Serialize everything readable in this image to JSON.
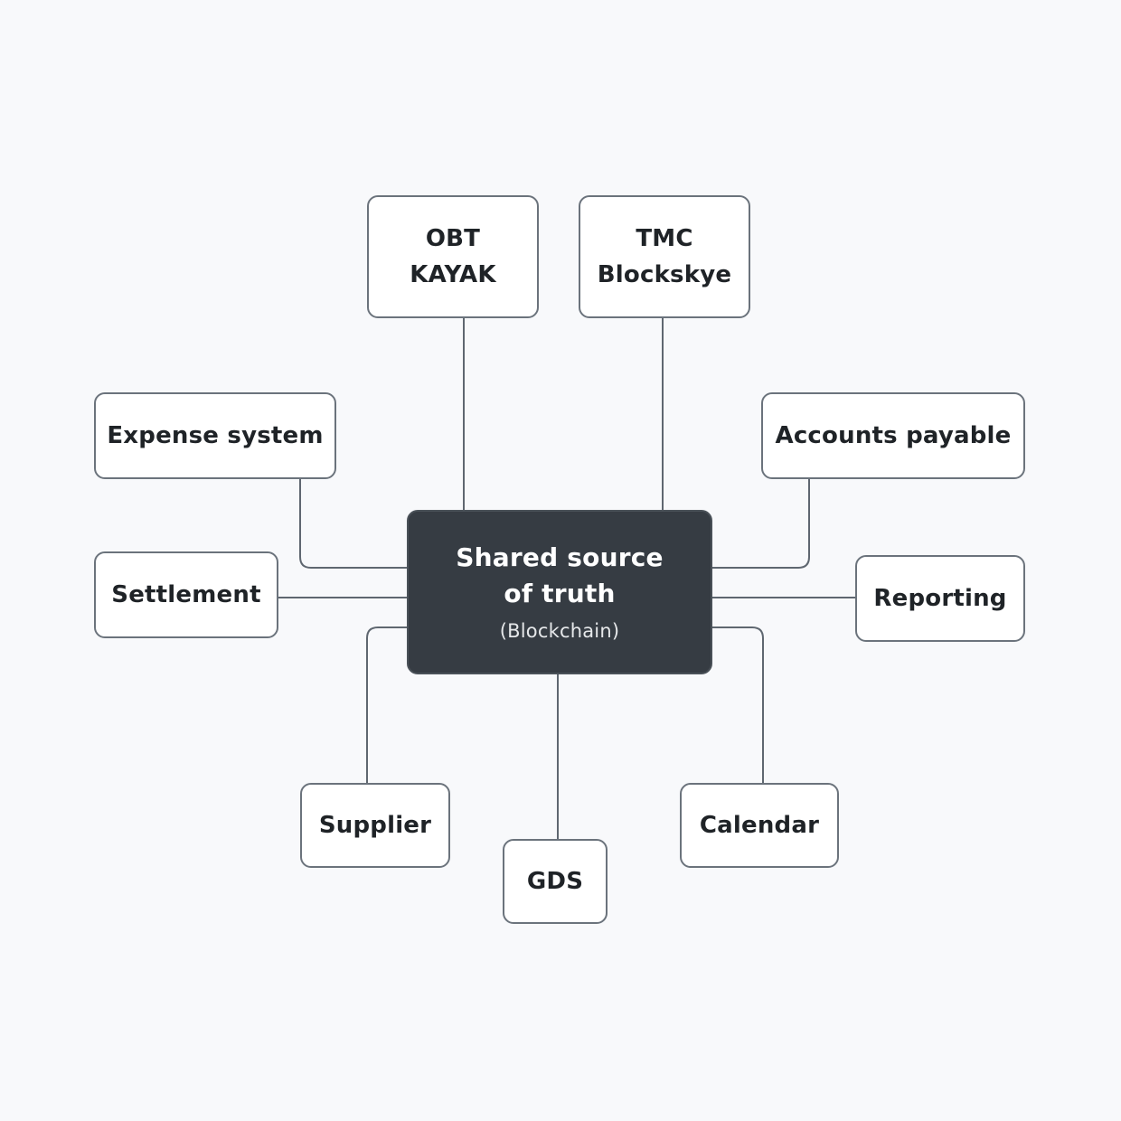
{
  "center": {
    "title_line1": "Shared source",
    "title_line2": "of truth",
    "subtitle": "(Blockchain)"
  },
  "nodes": {
    "obt": {
      "line1": "OBT",
      "line2": "KAYAK"
    },
    "tmc": {
      "line1": "TMC",
      "line2": "Blockskye"
    },
    "expense": {
      "label": "Expense system"
    },
    "accounts_payable": {
      "label": "Accounts payable"
    },
    "settlement": {
      "label": "Settlement"
    },
    "reporting": {
      "label": "Reporting"
    },
    "supplier": {
      "label": "Supplier"
    },
    "gds": {
      "label": "GDS"
    },
    "calendar": {
      "label": "Calendar"
    }
  },
  "colors": {
    "background": "#f8f9fb",
    "center_fill": "#363c43",
    "node_fill": "#ffffff",
    "border": "#6b737c",
    "connector": "#5f6770",
    "text": "#1f2327"
  }
}
